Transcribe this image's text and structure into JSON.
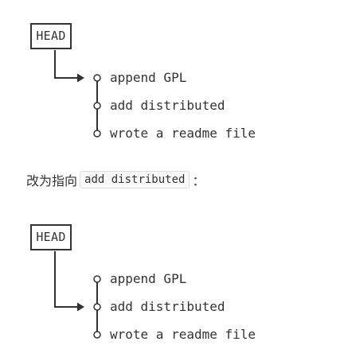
{
  "diagrams": [
    {
      "head_label": "HEAD",
      "commits": [
        "append GPL",
        "add distributed",
        "wrote a readme file"
      ],
      "head_points_to_index": 0
    },
    {
      "head_label": "HEAD",
      "commits": [
        "append GPL",
        "add distributed",
        "wrote a readme file"
      ],
      "head_points_to_index": 1
    }
  ],
  "caption": {
    "prefix": "改为指向",
    "code": "add distributed",
    "suffix": "："
  },
  "colors": {
    "line": "#333333",
    "text": "#333333",
    "code_bg": "#f9f9f9",
    "code_border": "#dddddd"
  }
}
